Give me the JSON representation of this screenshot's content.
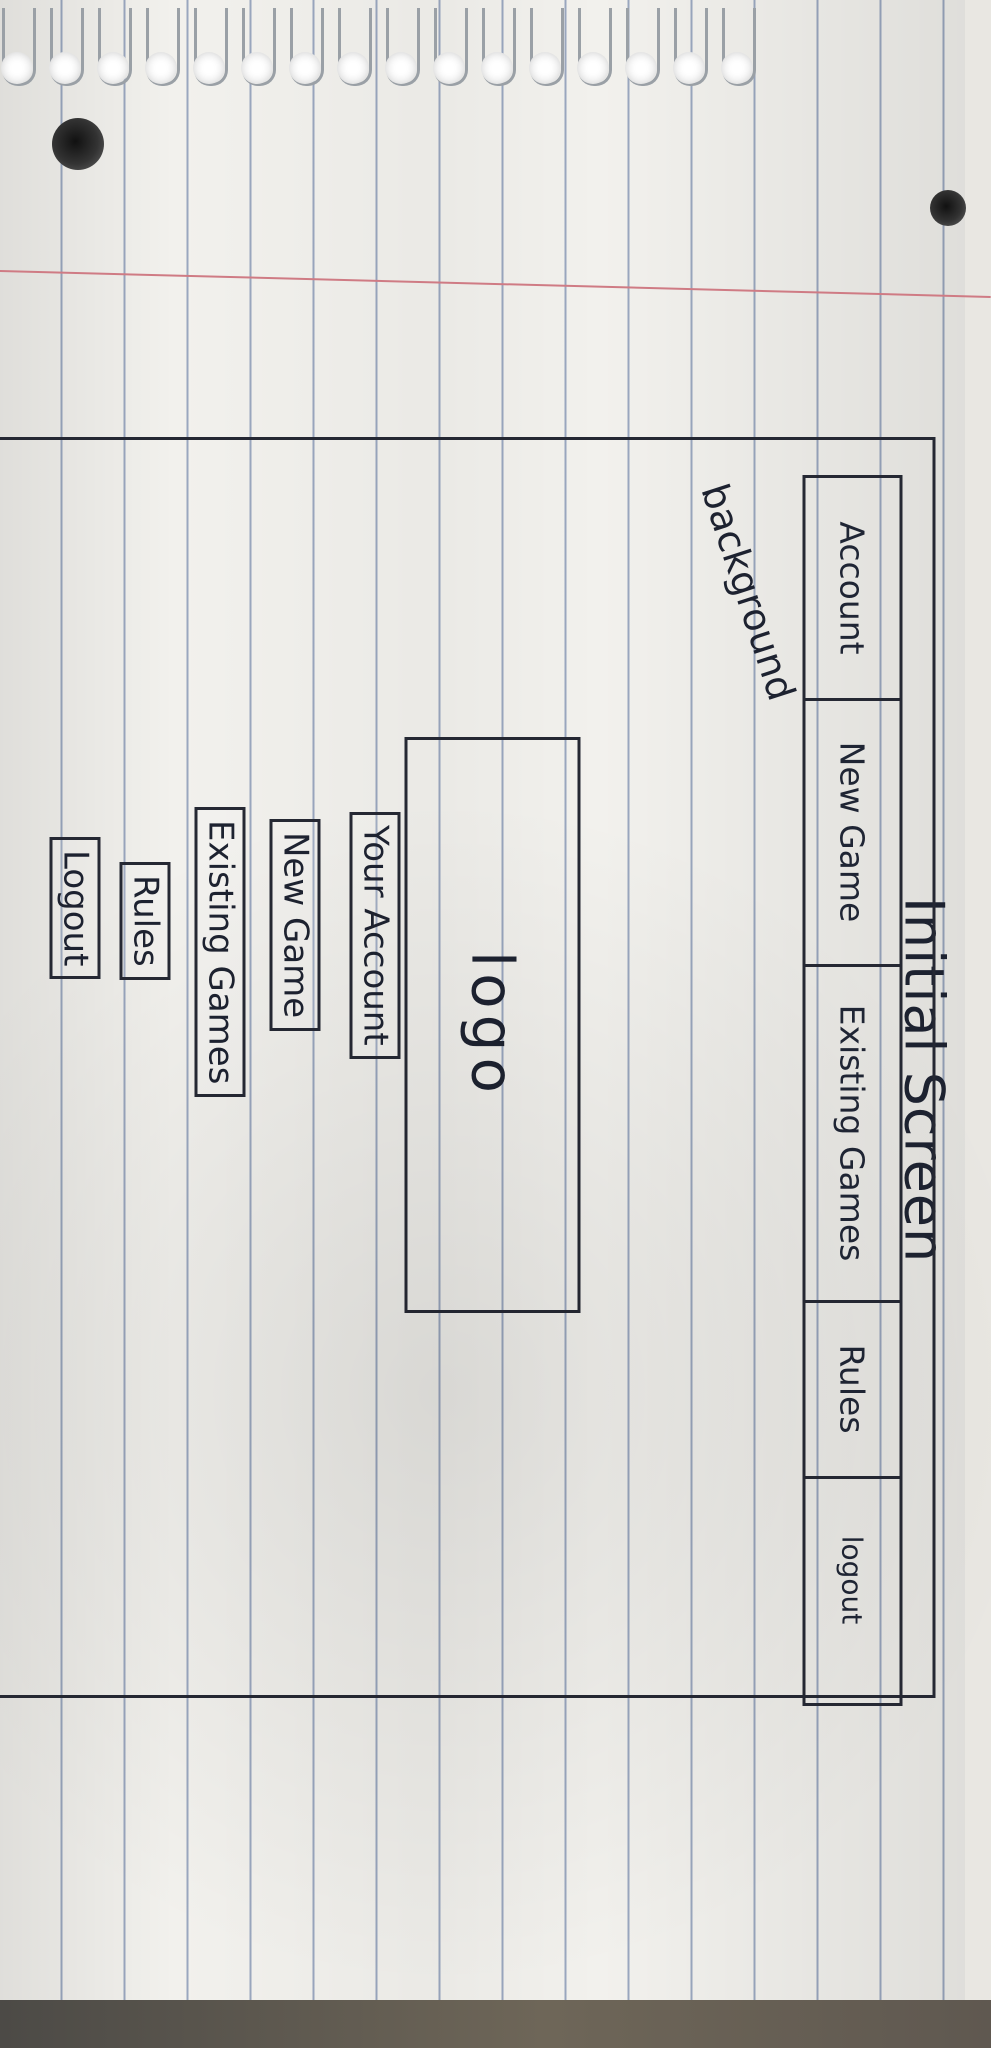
{
  "screen_title": "Initial Screen",
  "annotation": "background",
  "navbar": {
    "items": [
      "Account",
      "New Game",
      "Existing Games",
      "Rules",
      "logout"
    ]
  },
  "logo_label": "logo",
  "menu": {
    "your_account": "Your Account",
    "new_game": "New Game",
    "existing_games": "Existing Games",
    "rules": "Rules",
    "logout": "Logout"
  }
}
